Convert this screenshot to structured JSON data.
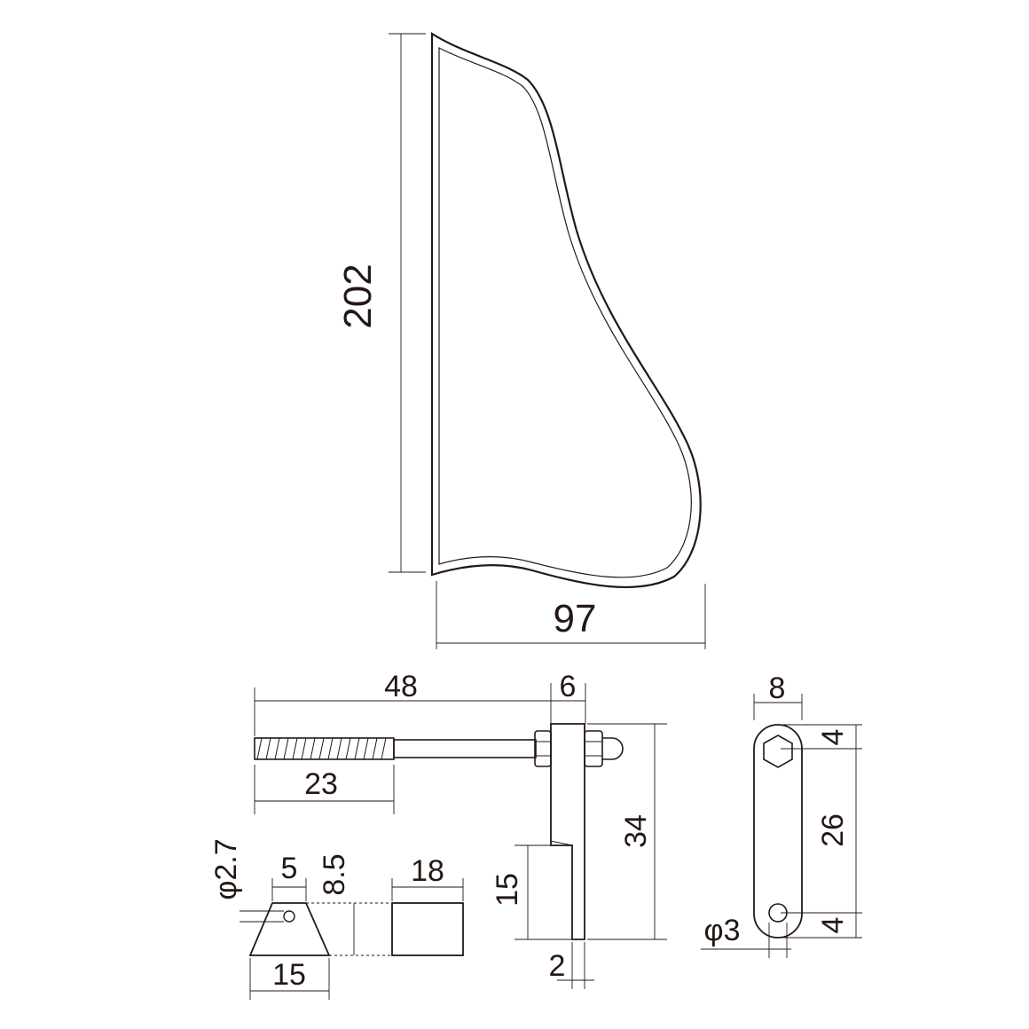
{
  "pickguard": {
    "height_label": "202",
    "width_label": "97"
  },
  "bracket": {
    "screw_length_label": "48",
    "thread_length_label": "23",
    "bracket_width_label": "6",
    "bracket_height_label": "34",
    "tab_height_label": "15",
    "tab_width_label": "2"
  },
  "spacer": {
    "hole_label": "φ2.7",
    "top_width_label": "5",
    "height_label": "8.5",
    "bottom_width_label": "15",
    "block_width_label": "18"
  },
  "clip": {
    "width_label": "8",
    "top_offset_label": "4",
    "hole_span_label": "26",
    "bottom_offset_label": "4",
    "hole_label": "φ3"
  }
}
